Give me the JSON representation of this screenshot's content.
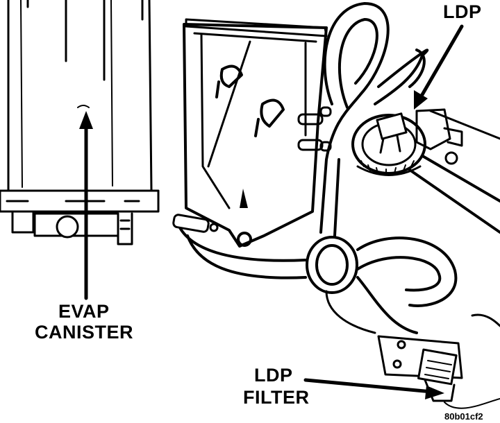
{
  "labels": {
    "ldp": "LDP",
    "evap_line1": "EVAP",
    "evap_line2": "CANISTER",
    "filter_line1": "LDP",
    "filter_line2": "FILTER",
    "image_code": "80b01cf2"
  },
  "colors": {
    "ink": "#000000",
    "paper": "#ffffff"
  }
}
